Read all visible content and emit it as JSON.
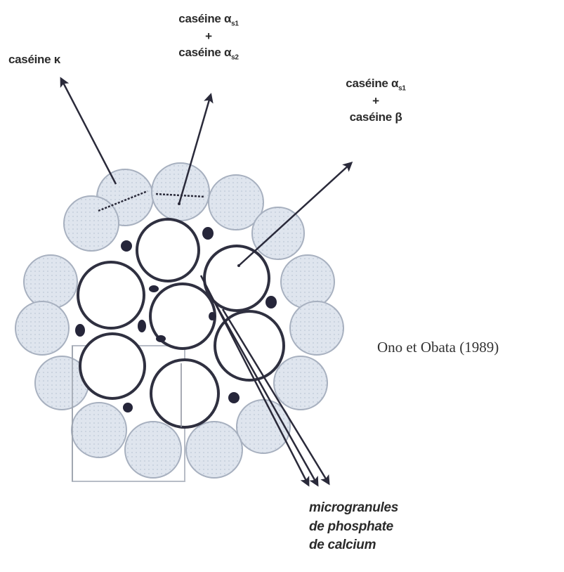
{
  "labels": {
    "kappa": "caséine κ",
    "as1_top": "caséine α",
    "as1_top_sub": "s1",
    "plus1": "+",
    "as2": "caséine α",
    "as2_sub": "s2",
    "as1_right": "caséine α",
    "as1_right_sub": "s1",
    "plus2": "+",
    "beta": "caséine β",
    "micro1": "microgranules",
    "micro2": "de phosphate",
    "micro3": "de calcium"
  },
  "citation": "Ono et Obata (1989)"
}
